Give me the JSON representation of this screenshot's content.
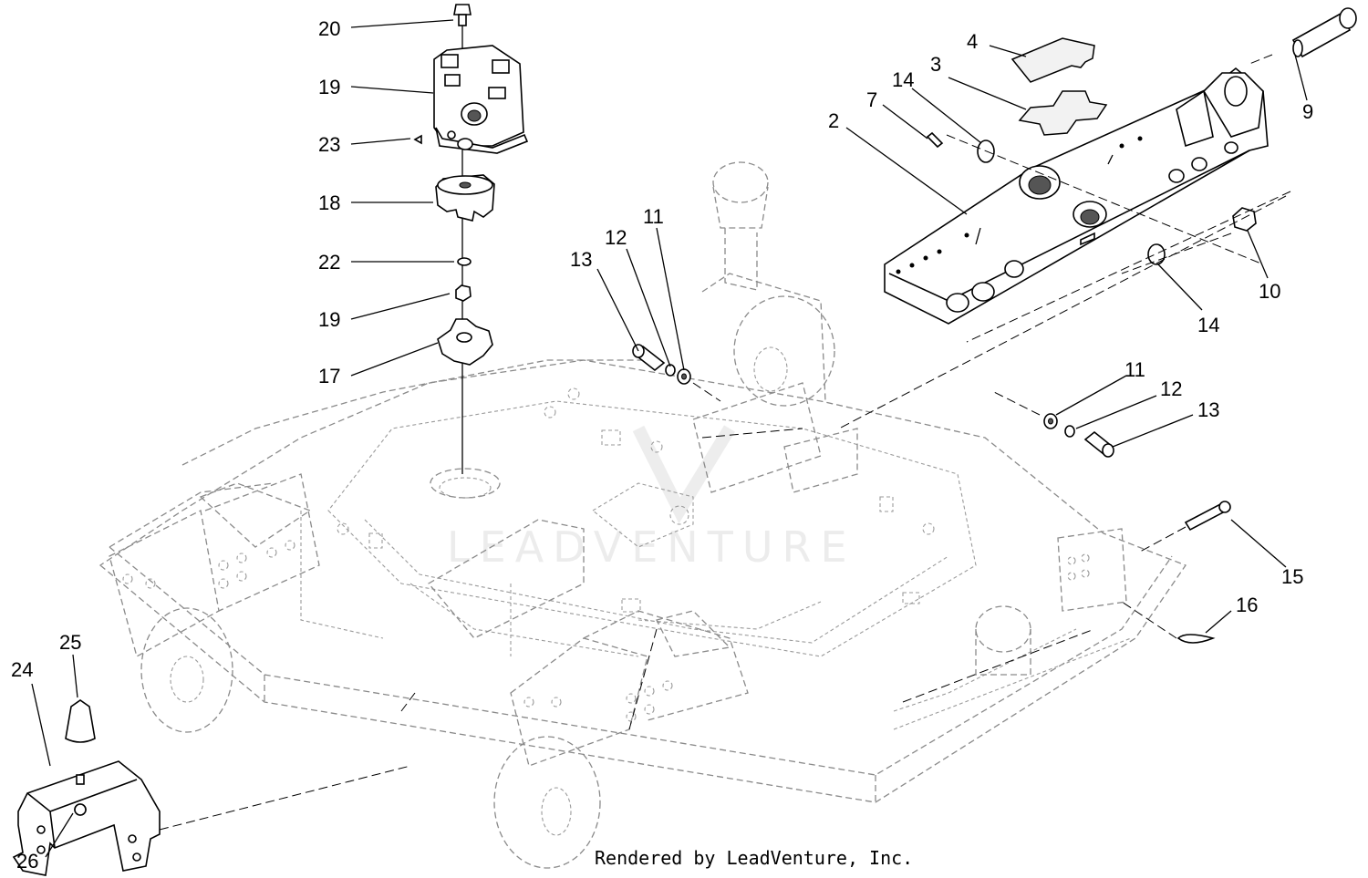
{
  "callouts": [
    {
      "id": "c20a",
      "text": "20"
    },
    {
      "id": "c19a",
      "text": "19"
    },
    {
      "id": "c23",
      "text": "23"
    },
    {
      "id": "c18",
      "text": "18"
    },
    {
      "id": "c22",
      "text": "22"
    },
    {
      "id": "c19b",
      "text": "19"
    },
    {
      "id": "c17",
      "text": "17"
    },
    {
      "id": "c13a",
      "text": "13"
    },
    {
      "id": "c12a",
      "text": "12"
    },
    {
      "id": "c11a",
      "text": "11"
    },
    {
      "id": "c4",
      "text": "4"
    },
    {
      "id": "c3",
      "text": "3"
    },
    {
      "id": "c14a",
      "text": "14"
    },
    {
      "id": "c7",
      "text": "7"
    },
    {
      "id": "c2",
      "text": "2"
    },
    {
      "id": "c9",
      "text": "9"
    },
    {
      "id": "c10",
      "text": "10"
    },
    {
      "id": "c14b",
      "text": "14"
    },
    {
      "id": "c11b",
      "text": "11"
    },
    {
      "id": "c12b",
      "text": "12"
    },
    {
      "id": "c13b",
      "text": "13"
    },
    {
      "id": "c15",
      "text": "15"
    },
    {
      "id": "c16",
      "text": "16"
    },
    {
      "id": "c25",
      "text": "25"
    },
    {
      "id": "c24",
      "text": "24"
    },
    {
      "id": "c26",
      "text": "26"
    }
  ],
  "watermark": "LEADVENTURE",
  "credit": "Rendered by LeadVenture, Inc."
}
